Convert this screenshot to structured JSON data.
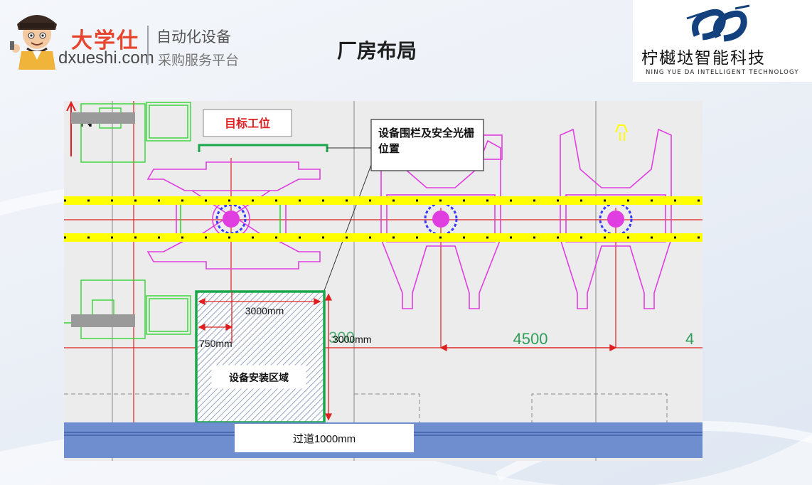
{
  "header": {
    "brand": {
      "name": "大学仕",
      "url": "dxueshi.com",
      "tagline_1": "自动化设备",
      "tagline_2": "采购服务平台"
    },
    "title": "厂房布局",
    "partner": {
      "name": "柠樾垯智能科技",
      "name_en": "NING YUE DA INTELLIGENT TECHNOLOGY"
    }
  },
  "drawing": {
    "north_label": "N",
    "target_station_label": "目标工位",
    "fence_callout": "设备围栏及安全光栅位置",
    "install_area_label": "设备安装区域",
    "dim_install_width": "3000mm",
    "dim_offset": "750mm",
    "dim_install_depth": "3000mm",
    "dim_station_pitch": "4500",
    "dim_partial_left": "300",
    "dim_partial_right": "4",
    "aisle_label": "过道1000mm"
  },
  "colors": {
    "accent_red": "#e8452f",
    "fence_green": "#1aa64a",
    "machine_magenta": "#e03ee0",
    "conveyor_yellow": "#ffff00",
    "aisle_blue": "#6f8ed0",
    "dim_red": "#e02020"
  }
}
